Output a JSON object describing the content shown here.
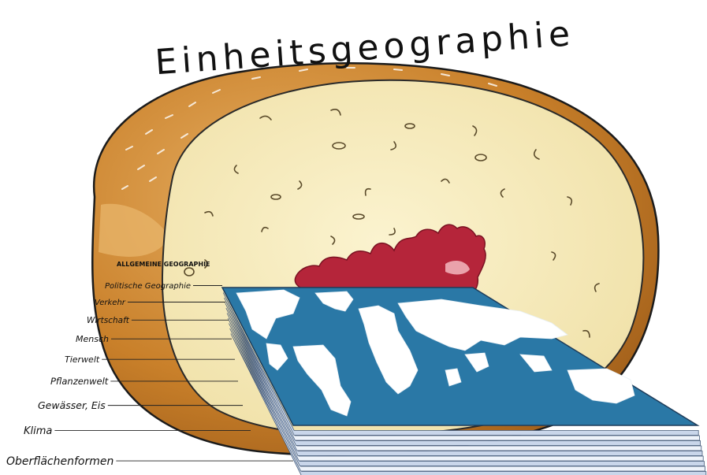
{
  "title": "Einheitsgeographie",
  "heading": "ALLGEMEINE GEOGRAPHIE",
  "layers": [
    {
      "label": "Politische Geographie"
    },
    {
      "label": "Verkehr"
    },
    {
      "label": "Wirtschaft"
    },
    {
      "label": "Mensch"
    },
    {
      "label": "Tierwelt"
    },
    {
      "label": "Pflanzenwelt"
    },
    {
      "label": "Gewässer, Eis"
    },
    {
      "label": "Klima"
    },
    {
      "label": "Oberflächenformen"
    }
  ],
  "colors": {
    "crust": "#c9802a",
    "crumb": "#f6ebbd",
    "ocean": "#2a78a6",
    "land": "#ffffff",
    "jam": "#b5253a",
    "page_edges": "#c9d6ea"
  }
}
